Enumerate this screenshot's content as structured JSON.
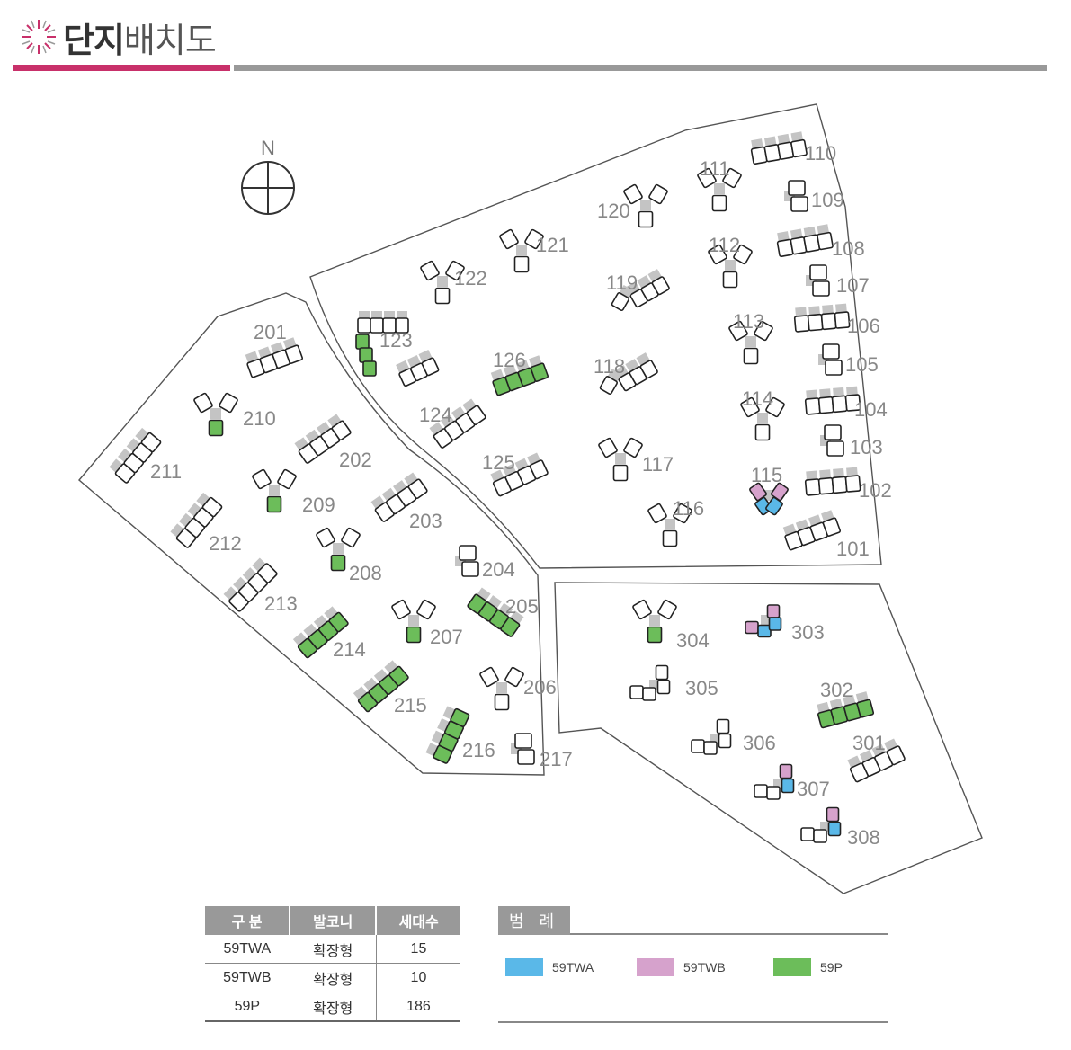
{
  "page": {
    "title_bold": "단지",
    "title_rest": "배치도",
    "north": "N"
  },
  "colors": {
    "accent": "#c8306a",
    "59TWA": "#5ab8e8",
    "59TWB": "#d6a2cc",
    "59P": "#6cbd5a"
  },
  "icons": [
    "sunburst-icon",
    "compass-icon"
  ],
  "buildings": [
    "101",
    "102",
    "103",
    "104",
    "105",
    "106",
    "107",
    "108",
    "109",
    "110",
    "111",
    "112",
    "113",
    "114",
    "115",
    "116",
    "117",
    "118",
    "119",
    "120",
    "121",
    "122",
    "123",
    "124",
    "125",
    "126",
    "201",
    "202",
    "203",
    "204",
    "205",
    "206",
    "207",
    "208",
    "209",
    "210",
    "211",
    "212",
    "213",
    "214",
    "215",
    "216",
    "217",
    "301",
    "302",
    "303",
    "304",
    "305",
    "306",
    "307",
    "308"
  ],
  "table": {
    "headers": [
      "구  분",
      "발코니",
      "세대수"
    ],
    "rows": [
      [
        "59TWA",
        "확장형",
        "15"
      ],
      [
        "59TWB",
        "확장형",
        "10"
      ],
      [
        "59P",
        "확장형",
        "186"
      ]
    ]
  },
  "legend": {
    "title": "범 례",
    "items": [
      {
        "label": "59TWA",
        "color": "#5ab8e8"
      },
      {
        "label": "59TWB",
        "color": "#d6a2cc"
      },
      {
        "label": "59P",
        "color": "#6cbd5a"
      }
    ]
  }
}
